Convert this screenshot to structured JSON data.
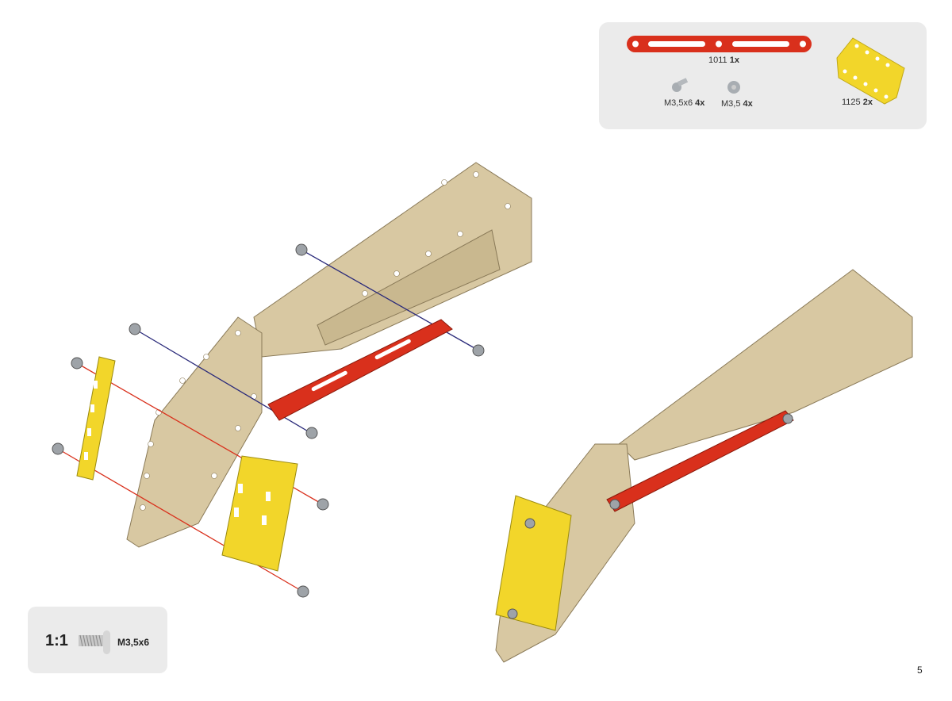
{
  "parts_list": {
    "items": [
      {
        "part": "1011",
        "qty": "1x"
      },
      {
        "part": "M3,5x6",
        "qty": "4x"
      },
      {
        "part": "M3,5",
        "qty": "4x"
      },
      {
        "part": "1125",
        "qty": "2x"
      }
    ]
  },
  "scale_box": {
    "ratio": "1:1",
    "label": "M3,5x6"
  },
  "page_number": "5",
  "colors": {
    "plate": "#d8c8a2",
    "strip": "#d9301c",
    "bracket": "#f2d62a",
    "screw": "#9ea3a8",
    "panel": "#ebebeb"
  }
}
